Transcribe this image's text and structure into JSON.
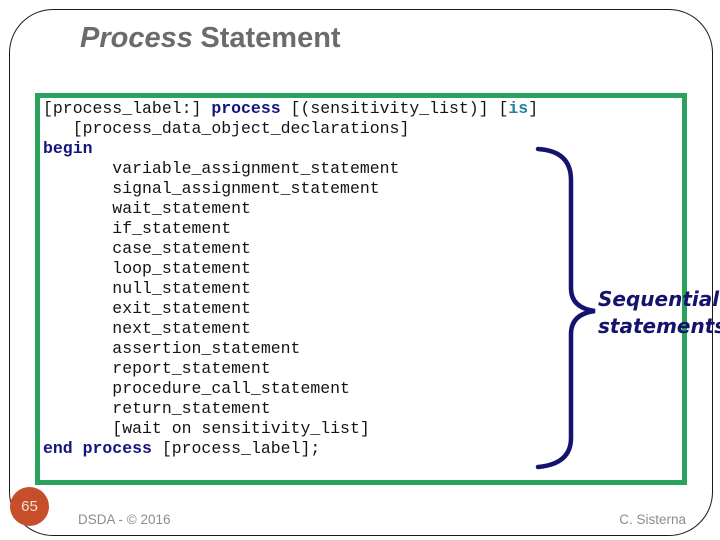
{
  "slide": {
    "title": {
      "word_italic": "Process",
      "word_regular": "Statement"
    },
    "page_number": "65",
    "footer_left": "DSDA - © 2016",
    "footer_right": "C. Sisterna"
  },
  "code": {
    "lines": [
      {
        "segments": [
          {
            "text": "[process_label:] ",
            "style": "plain"
          },
          {
            "text": "process",
            "style": "keyword"
          },
          {
            "text": " [(sensitivity_list)] [",
            "style": "plain"
          },
          {
            "text": "is",
            "style": "accent"
          },
          {
            "text": "]",
            "style": "plain"
          }
        ]
      },
      {
        "segments": [
          {
            "text": "   [process_data_object_declarations]",
            "style": "plain"
          }
        ]
      },
      {
        "segments": [
          {
            "text": "begin",
            "style": "keyword"
          }
        ]
      },
      {
        "segments": [
          {
            "text": "       variable_assignment_statement",
            "style": "plain"
          }
        ]
      },
      {
        "segments": [
          {
            "text": "       signal_assignment_statement",
            "style": "plain"
          }
        ]
      },
      {
        "segments": [
          {
            "text": "       wait_statement",
            "style": "plain"
          }
        ]
      },
      {
        "segments": [
          {
            "text": "       if_statement",
            "style": "plain"
          }
        ]
      },
      {
        "segments": [
          {
            "text": "       case_statement",
            "style": "plain"
          }
        ]
      },
      {
        "segments": [
          {
            "text": "       loop_statement",
            "style": "plain"
          }
        ]
      },
      {
        "segments": [
          {
            "text": "       null_statement",
            "style": "plain"
          }
        ]
      },
      {
        "segments": [
          {
            "text": "       exit_statement",
            "style": "plain"
          }
        ]
      },
      {
        "segments": [
          {
            "text": "       next_statement",
            "style": "plain"
          }
        ]
      },
      {
        "segments": [
          {
            "text": "       assertion_statement",
            "style": "plain"
          }
        ]
      },
      {
        "segments": [
          {
            "text": "       report_statement",
            "style": "plain"
          }
        ]
      },
      {
        "segments": [
          {
            "text": "       procedure_call_statement",
            "style": "plain"
          }
        ]
      },
      {
        "segments": [
          {
            "text": "       return_statement",
            "style": "plain"
          }
        ]
      },
      {
        "segments": [
          {
            "text": "       [wait on sensitivity_list]",
            "style": "plain"
          }
        ]
      },
      {
        "segments": [
          {
            "text": "end process",
            "style": "keyword"
          },
          {
            "text": " [process_label];",
            "style": "plain"
          }
        ]
      }
    ]
  },
  "annotation": {
    "label": "Sequential statements"
  },
  "icons": {
    "brace": "right-curly-brace"
  },
  "colors": {
    "box_green": "#29A35D",
    "keyword_navy": "#15157E",
    "accent_blue": "#257E9E",
    "code_black": "#141414",
    "title_gray": "#6B6B6B",
    "footer_gray": "#8C8C8C",
    "badge_orange": "#C74E2B",
    "badge_text": "#F4E3CC",
    "brace_navy": "#14146E"
  }
}
